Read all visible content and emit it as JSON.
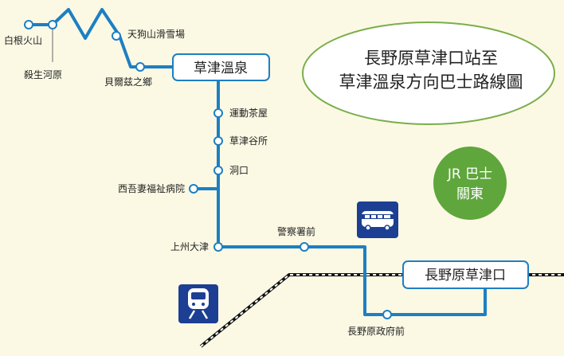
{
  "title": {
    "line1": "長野原草津口站至",
    "line2": "草津溫泉方向巴士路線圖"
  },
  "badge": {
    "line1": "JR 巴士",
    "line2": "關東"
  },
  "stops": {
    "shirane": "白根火山",
    "sessho": "殺生河原",
    "tengu": "天狗山滑雪場",
    "kaisei": "貝爾兹之鄉",
    "undo": "運動茶屋",
    "tanisho": "草津谷所",
    "doguchi": "洞口",
    "nishiagatsuma": "西吾妻福祉病院",
    "joshuotsu": "上州大津",
    "keisatsu": "警察署前",
    "seifumae": "長野原政府前"
  },
  "terminals": {
    "kusatsu_onsen": "草津溫泉",
    "naganohara": "長野原草津口"
  },
  "icons": {
    "bus": "bus-icon",
    "train": "train-icon"
  },
  "colors": {
    "route": "#1d7fc3",
    "badge": "#5fa63c",
    "ellipse_border": "#7aae4b",
    "icon_bg": "#1c3f93",
    "background": "#fbf9e4"
  }
}
